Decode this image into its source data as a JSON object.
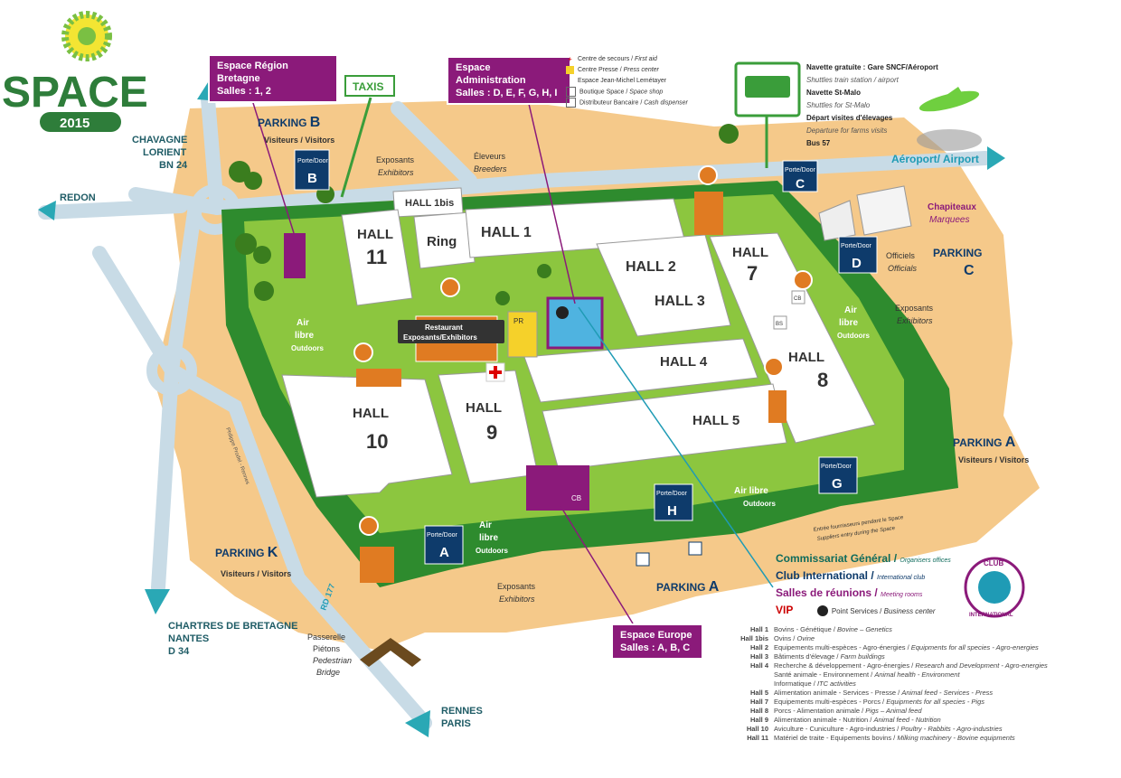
{
  "logo": {
    "name": "SPACE",
    "year": "2015"
  },
  "roads": {
    "chavagne": [
      "CHAVAGNE",
      "LORIENT",
      "BN 24"
    ],
    "redon": "REDON",
    "chartres": [
      "CHARTRES DE BRETAGNE",
      "NANTES",
      "D 34"
    ],
    "rennes": [
      "RENNES",
      "PARIS"
    ],
    "airport": "Aéroport/ Airport",
    "rd177": "RD 177",
    "philippe": "Philippe Prodel - Rennes"
  },
  "taxis": "TAXIS",
  "purple_boxes": {
    "bretagne": [
      "Espace Région Bretagne",
      "Salles : 1, 2"
    ],
    "admin": [
      "Espace Administration",
      "Salles : D, E, F, G, H, I"
    ],
    "europe": [
      "Espace Europe",
      "Salles : A, B, C"
    ]
  },
  "top_legend": [
    {
      "icon": "red-cross-icon",
      "fr": "Centre de secours",
      "en": "First aid"
    },
    {
      "icon": "press-icon",
      "fr": "Centre Presse",
      "en": "Press center"
    },
    {
      "icon": "",
      "fr": "Espace Jean-Michel Lemétayer",
      "en": ""
    },
    {
      "icon": "shop-icon",
      "fr": "Boutique Space",
      "en": "Space shop"
    },
    {
      "icon": "atm-icon",
      "fr": "Distributeur Bancaire",
      "en": "Cash dispenser"
    }
  ],
  "bus_info": [
    {
      "text": "Navette gratuite : Gare SNCF/Aéroport",
      "italic": false
    },
    {
      "text": "Shuttles train station / airport",
      "italic": true
    },
    {
      "text": "Navette St-Malo",
      "italic": false
    },
    {
      "text": "Shuttles for St-Malo",
      "italic": true
    },
    {
      "text": "Départ visites d'élevages",
      "italic": false
    },
    {
      "text": "Departure for farms visits",
      "italic": true
    },
    {
      "text": "Bus 57",
      "italic": false
    }
  ],
  "parkings": {
    "b": [
      "PARKING",
      "B",
      "Visiteurs / Visitors"
    ],
    "c": [
      "PARKING",
      "C"
    ],
    "a1": [
      "PARKING",
      "A",
      "Visiteurs / Visitors"
    ],
    "a2": [
      "PARKING",
      "A"
    ],
    "k": [
      "PARKING",
      "K",
      "Visiteurs / Visitors"
    ]
  },
  "doors": {
    "a": [
      "Porte/Door",
      "A"
    ],
    "b": [
      "Porte/Door",
      "B"
    ],
    "c": [
      "Porte/Door",
      "C"
    ],
    "d": [
      "Porte/Door",
      "D"
    ],
    "g": [
      "Porte/Door",
      "G"
    ],
    "h": [
      "Porte/Door",
      "H"
    ]
  },
  "halls": {
    "h1bis": "HALL 1bis",
    "ring": "Ring",
    "h1": "HALL 1",
    "h2": "HALL 2",
    "h3": "HALL 3",
    "h4": "HALL 4",
    "h5": "HALL 5",
    "h7": [
      "HALL",
      "7"
    ],
    "h8": [
      "HALL",
      "8"
    ],
    "h9": [
      "HALL",
      "9"
    ],
    "h10": [
      "HALL",
      "10"
    ],
    "h11": [
      "HALL",
      "11"
    ]
  },
  "zones": {
    "exposants": [
      "Exposants",
      "Exhibitors"
    ],
    "eleveurs": [
      "Éleveurs",
      "Breeders"
    ],
    "airlibre": [
      "Air",
      "libre",
      "Outdoors"
    ],
    "airlibre_h": [
      "Air libre",
      "Outdoors"
    ],
    "chapiteaux": [
      "Chapiteaux",
      "Marquees"
    ],
    "officiels": [
      "Officiels",
      "Officials"
    ],
    "restaurant": [
      "Restaurant",
      "Exposants/Exhibitors"
    ],
    "fournisseurs": [
      "Entrée fournisseurs pendant le Space",
      "Suppliers entry during the Space"
    ],
    "passerelle": [
      "Passerelle",
      "Piétons",
      "Pedestrian",
      "Bridge"
    ],
    "pr": "PR",
    "bs": "BS",
    "cb": "CB"
  },
  "key": {
    "commissariat": [
      "Commissariat Général / ",
      "Organisers offices"
    ],
    "club": [
      "Club International / ",
      "International club"
    ],
    "salles": [
      "Salles de réunions / ",
      "Meeting rooms"
    ],
    "vip": "VIP",
    "services": [
      "Point Services / ",
      "Business center"
    ],
    "club_badge": [
      "CLUB",
      "INTERNATIONAL"
    ]
  },
  "hall_list": [
    {
      "hall": "Hall 1",
      "fr": "Bovins - Génétique / ",
      "en": "Bovine – Genetics"
    },
    {
      "hall": "Hall 1bis",
      "fr": "Ovins / ",
      "en": "Ovine"
    },
    {
      "hall": "Hall 2",
      "fr": "Equipements multi-espèces - Agro-énergies / ",
      "en": "Equipments for all species - Agro-energies"
    },
    {
      "hall": "Hall 3",
      "fr": "Bâtiments d'élevage / ",
      "en": "Farm buildings"
    },
    {
      "hall": "Hall 4",
      "fr": "Recherche & développement - Agro-énergies / ",
      "en": "Research and Development - Agro-energies"
    },
    {
      "hall": "",
      "fr": "Santé animale - Environnement / ",
      "en": "Animal health - Environment"
    },
    {
      "hall": "",
      "fr": "Informatique / ",
      "en": "ITC activities"
    },
    {
      "hall": "Hall 5",
      "fr": "Alimentation animale - Services - Presse / ",
      "en": "Animal feed - Services - Press"
    },
    {
      "hall": "Hall 7",
      "fr": "Equipements multi-espèces - Porcs / ",
      "en": "Equipments for all species - Pigs"
    },
    {
      "hall": "Hall 8",
      "fr": "Porcs - Alimentation animale / ",
      "en": "Pigs – Animal feed"
    },
    {
      "hall": "Hall 9",
      "fr": "Alimentation animale - Nutrition / ",
      "en": "Animal feed - Nutrition"
    },
    {
      "hall": "Hall 10",
      "fr": "Aviculture - Cuniculture - Agro-industries / ",
      "en": "Poultry - Rabbits - Agro-industries"
    },
    {
      "hall": "Hall 11",
      "fr": "Matériel de traite - Equipements bovins / ",
      "en": "Milking machinery - Bovine equipments"
    }
  ],
  "colors": {
    "sand": "#f5c98a",
    "green": "#2e8b2e",
    "lightgreen": "#8cc63f",
    "road": "#c8dbe6",
    "purple": "#8b1a7a",
    "navy": "#0e3b6b",
    "orange": "#e07b22",
    "teal": "#1f9bb5"
  }
}
